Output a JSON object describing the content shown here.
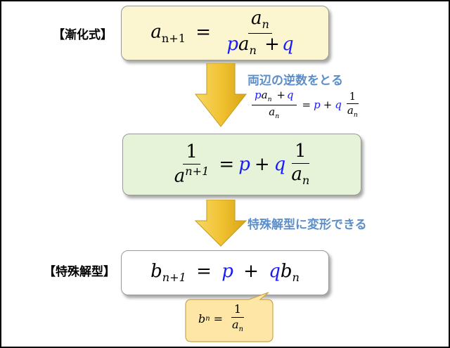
{
  "labels": {
    "recurrence": "【漸化式】",
    "special": "【特殊解型】"
  },
  "notes": {
    "reciprocal": "両辺の逆数をとる",
    "transform": "特殊解型に変形できる"
  },
  "formulas": {
    "recurrence": {
      "lhs_base": "a",
      "lhs_sub": "n+1",
      "eq": "=",
      "num_base": "a",
      "num_sub": "n",
      "den_p": "p",
      "den_base": "a",
      "den_sub": "n",
      "den_plus": "+",
      "den_q": "q"
    },
    "hint": {
      "num_p": "p",
      "num_base": "a",
      "num_sub": "n",
      "num_plus": "+",
      "num_q": "q",
      "den_base": "a",
      "den_sub": "n",
      "eq": "=",
      "p": "p",
      "plus": "+",
      "q": "q",
      "frac_num": "1",
      "frac_den_base": "a",
      "frac_den_sub": "n"
    },
    "reciprocal": {
      "lhs_num": "1",
      "lhs_den_base": "a",
      "lhs_den_sup": "n+1",
      "eq": "=",
      "p": "p",
      "plus": "+",
      "q": "q",
      "frac_num": "1",
      "frac_den_base": "a",
      "frac_den_sub": "n"
    },
    "special": {
      "lhs_base": "b",
      "lhs_sub": "n+1",
      "eq": "=",
      "p": "p",
      "plus": "+",
      "q": "q",
      "rhs_base": "b",
      "rhs_sub": "n"
    },
    "callout": {
      "lhs_base": "b",
      "lhs_sub": "n",
      "eq": "=",
      "frac_num": "1",
      "frac_den_base": "a",
      "frac_den_sub": "n"
    }
  },
  "colors": {
    "recurrence_box": "#fbf6cf",
    "reciprocal_box": "#e6f3d8",
    "special_box": "#ffffff",
    "callout": "#fde6a6",
    "arrow": "#f1c232",
    "blue_vars": "#1a1aff",
    "note_text": "#5b8ec9"
  }
}
